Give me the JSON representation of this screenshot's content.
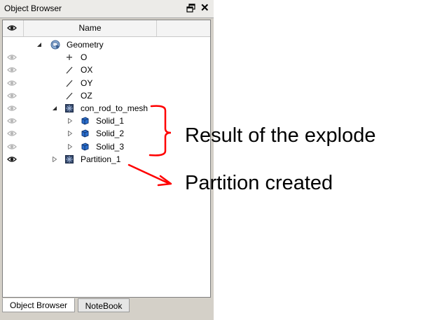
{
  "window": {
    "title": "Object Browser",
    "float_icon": "float-window-icon",
    "close_icon": "close-icon",
    "close_glyph": "✕"
  },
  "header": {
    "visibility_icon": "eye-icon",
    "name_label": "Name"
  },
  "tree": [
    {
      "label": "Geometry",
      "icon": "geometry-component-icon",
      "visible": null,
      "expander": "expanded",
      "level": 0
    },
    {
      "label": "O",
      "icon": "point-icon",
      "visible": false,
      "expander": null,
      "level": 1
    },
    {
      "label": "OX",
      "icon": "vector-icon",
      "visible": false,
      "expander": null,
      "level": 1
    },
    {
      "label": "OY",
      "icon": "vector-icon",
      "visible": false,
      "expander": null,
      "level": 1
    },
    {
      "label": "OZ",
      "icon": "vector-icon",
      "visible": false,
      "expander": null,
      "level": 1
    },
    {
      "label": "con_rod_to_mesh",
      "icon": "compound-icon",
      "visible": false,
      "expander": "expanded",
      "level": 1
    },
    {
      "label": "Solid_1",
      "icon": "solid-icon",
      "visible": false,
      "expander": "collapsed",
      "level": 2
    },
    {
      "label": "Solid_2",
      "icon": "solid-icon",
      "visible": false,
      "expander": "collapsed",
      "level": 2
    },
    {
      "label": "Solid_3",
      "icon": "solid-icon",
      "visible": false,
      "expander": "collapsed",
      "level": 2
    },
    {
      "label": "Partition_1",
      "icon": "compound-icon",
      "visible": true,
      "expander": "collapsed",
      "level": 1
    }
  ],
  "tabs": [
    {
      "label": "Object Browser",
      "active": true
    },
    {
      "label": "NoteBook",
      "active": false
    }
  ],
  "annotations": {
    "explode_text": "Result of the explode",
    "partition_text": "Partition created",
    "color": "#ff0000"
  },
  "colors": {
    "eye_visible": "#1a1a1a",
    "eye_hidden": "#b8b8b8",
    "solid_blue": "#2a6fcf",
    "annotation_red": "#ff0000"
  }
}
